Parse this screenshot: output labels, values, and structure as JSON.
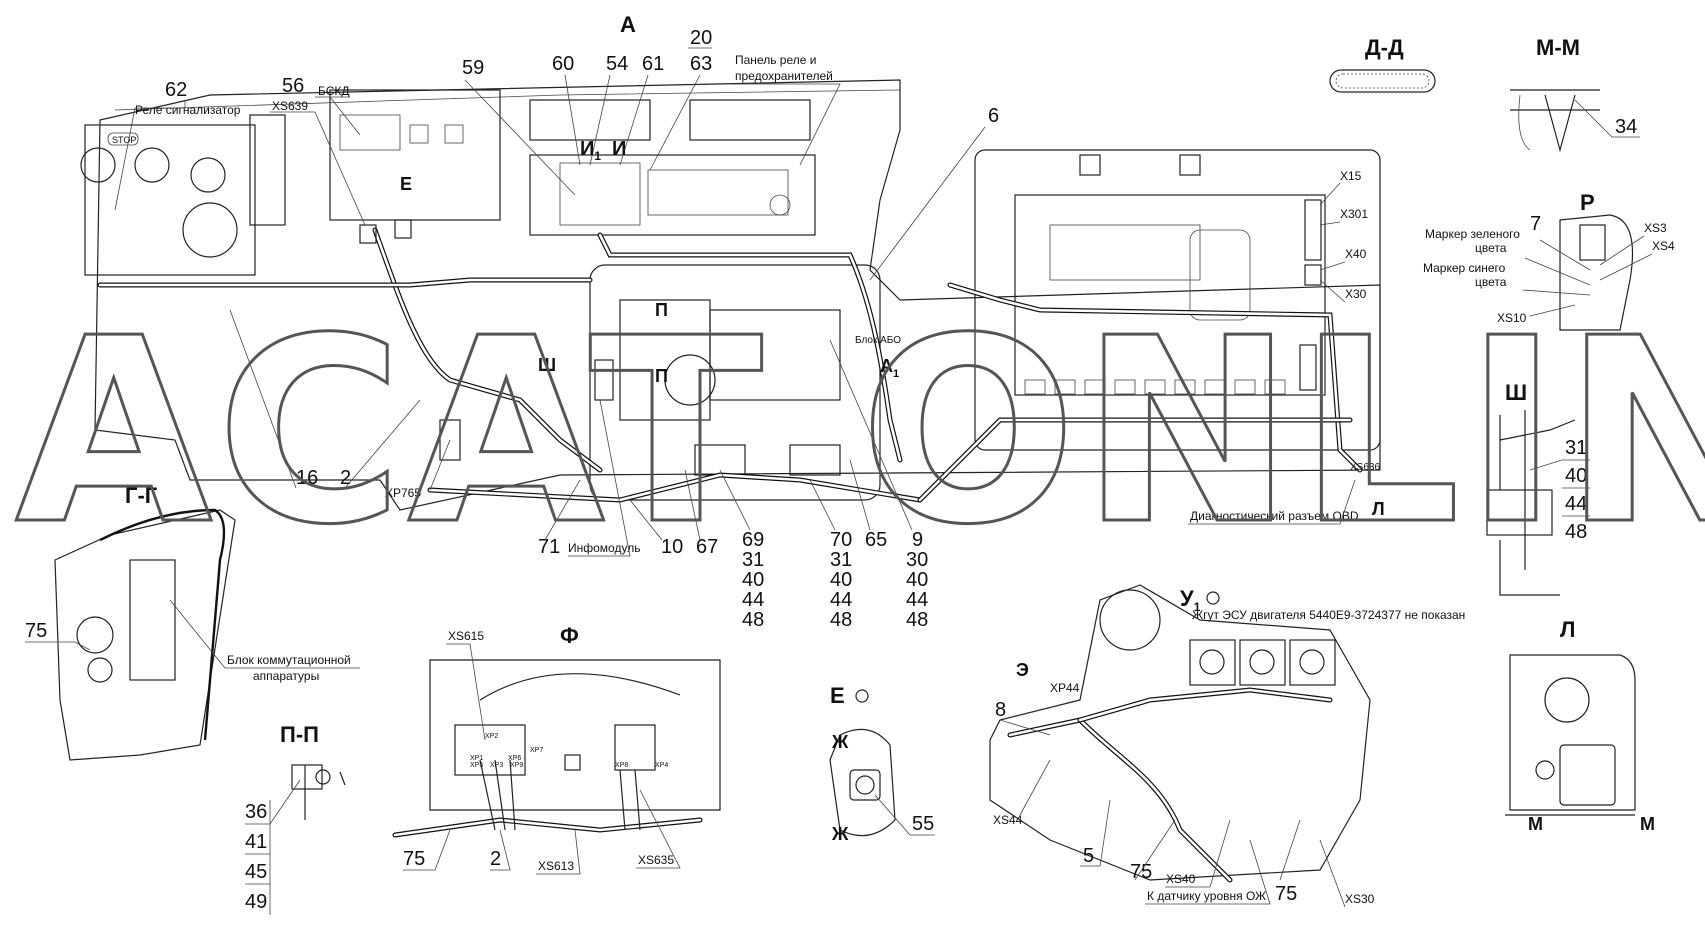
{
  "watermark": "ACAT ONLINE",
  "sections": {
    "A": "А",
    "DD": "Д-Д",
    "MM": "М-М",
    "R": "Р",
    "GG": "Г-Г",
    "F": "Ф",
    "PP": "П-П",
    "E": "Е",
    "L": "Л",
    "U1": "У",
    "U1_sub": "1",
    "Sh": "Ш",
    "A1": "А",
    "A1_sub": "1",
    "P_arrow": "П",
    "Zh": "Ж",
    "M": "М",
    "E_small": "Е",
    "I": "И",
    "I_sub": "1",
    "E_rev": "Э",
    "L_arrow": "Л"
  },
  "labels": {
    "rele_signalizator": "Реле сигнализатор",
    "bskd": "БСКД",
    "panel_rele_1": "Панель реле и",
    "panel_rele_2": "предохранителей",
    "infomodul": "Инфомодуль",
    "blok_asu": "Блок АБО",
    "diag_obd": "Диагностический разъем OBD",
    "marker_green_1": "Маркер зеленого",
    "marker_green_2": "цвета",
    "marker_blue_1": "Маркер синего",
    "marker_blue_2": "цвета",
    "blok_komm_1": "Блок коммутационной",
    "blok_komm_2": "аппаратуры",
    "zhgut_esu": "Жгут ЭСУ двигателя 5440Е9-3724377 не показан",
    "k_datchiku": "К датчику уровня ОЖ",
    "stop": "STOP"
  },
  "connectors": {
    "XS639": "XS639",
    "XP765": "XP765",
    "X15": "X15",
    "X301": "X301",
    "X40": "X40",
    "X30": "X30",
    "XS3": "XS3",
    "XS4": "XS4",
    "XS10": "XS10",
    "XS636": "XS636",
    "XS615": "XS615",
    "XS613": "XS613",
    "XS635": "XS635",
    "XP44": "XP44",
    "XS44": "XS44",
    "XS40": "XS40",
    "XS30": "XS30",
    "XP1": "XP1",
    "XP2": "XP2",
    "XP3": "XP3",
    "XP4": "XP4",
    "XP5": "XP5",
    "XP6": "XP6",
    "XP7": "XP7",
    "XP8": "XP8",
    "XP9": "XP9"
  },
  "callouts": {
    "n62": "62",
    "n56": "56",
    "n59": "59",
    "n60": "60",
    "n54": "54",
    "n61": "61",
    "n20": "20",
    "n63": "63",
    "n6": "6",
    "n34": "34",
    "n7": "7",
    "n16": "16",
    "n2": "2",
    "n71": "71",
    "n10": "10",
    "n67": "67",
    "stack_69": [
      "69",
      "31",
      "40",
      "44",
      "48"
    ],
    "stack_70": [
      "70",
      "31",
      "40",
      "44",
      "48"
    ],
    "n65": "65",
    "stack_9": [
      "9",
      "30",
      "40",
      "44",
      "48"
    ],
    "stack_31": [
      "31",
      "40",
      "44",
      "48"
    ],
    "n75a": "75",
    "stack_36": [
      "36",
      "41",
      "45",
      "49"
    ],
    "n75b": "75",
    "n2b": "2",
    "n55": "55",
    "n8": "8",
    "n5": "5",
    "n75c": "75",
    "n75d": "75"
  }
}
